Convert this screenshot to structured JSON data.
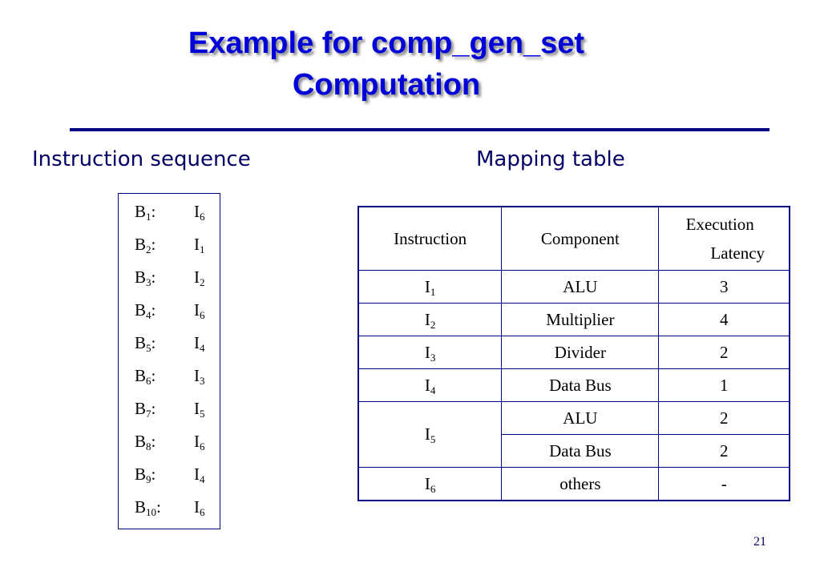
{
  "title": {
    "line1": "Example for comp_gen_set",
    "line2": "Computation"
  },
  "headings": {
    "sequence": "Instruction sequence",
    "mapping": "Mapping table"
  },
  "sequence": [
    {
      "b": "B",
      "b_sub": "1",
      "i": "I",
      "i_sub": "6"
    },
    {
      "b": "B",
      "b_sub": "2",
      "i": "I",
      "i_sub": "1"
    },
    {
      "b": "B",
      "b_sub": "3",
      "i": "I",
      "i_sub": "2"
    },
    {
      "b": "B",
      "b_sub": "4",
      "i": "I",
      "i_sub": "6"
    },
    {
      "b": "B",
      "b_sub": "5",
      "i": "I",
      "i_sub": "4"
    },
    {
      "b": "B",
      "b_sub": "6",
      "i": "I",
      "i_sub": "3"
    },
    {
      "b": "B",
      "b_sub": "7",
      "i": "I",
      "i_sub": "5"
    },
    {
      "b": "B",
      "b_sub": "8",
      "i": "I",
      "i_sub": "6"
    },
    {
      "b": "B",
      "b_sub": "9",
      "i": "I",
      "i_sub": "4"
    },
    {
      "b": "B",
      "b_sub": "10",
      "i": "I",
      "i_sub": "6"
    }
  ],
  "mapping": {
    "headers": {
      "instruction": "Instruction",
      "component": "Component",
      "latency_line1": "Execution",
      "latency_line2": "Latency"
    },
    "rows": [
      {
        "instr": "I",
        "instr_sub": "1",
        "component": "ALU",
        "latency": "3"
      },
      {
        "instr": "I",
        "instr_sub": "2",
        "component": "Multiplier",
        "latency": "4"
      },
      {
        "instr": "I",
        "instr_sub": "3",
        "component": "Divider",
        "latency": "2"
      },
      {
        "instr": "I",
        "instr_sub": "4",
        "component": "Data Bus",
        "latency": "1"
      },
      {
        "instr": "I",
        "instr_sub": "5",
        "component": "ALU",
        "latency": "2"
      },
      {
        "component": "Data Bus",
        "latency": "2"
      },
      {
        "instr": "I",
        "instr_sub": "6",
        "component": "others",
        "latency": "-"
      }
    ]
  },
  "page_number": "21"
}
